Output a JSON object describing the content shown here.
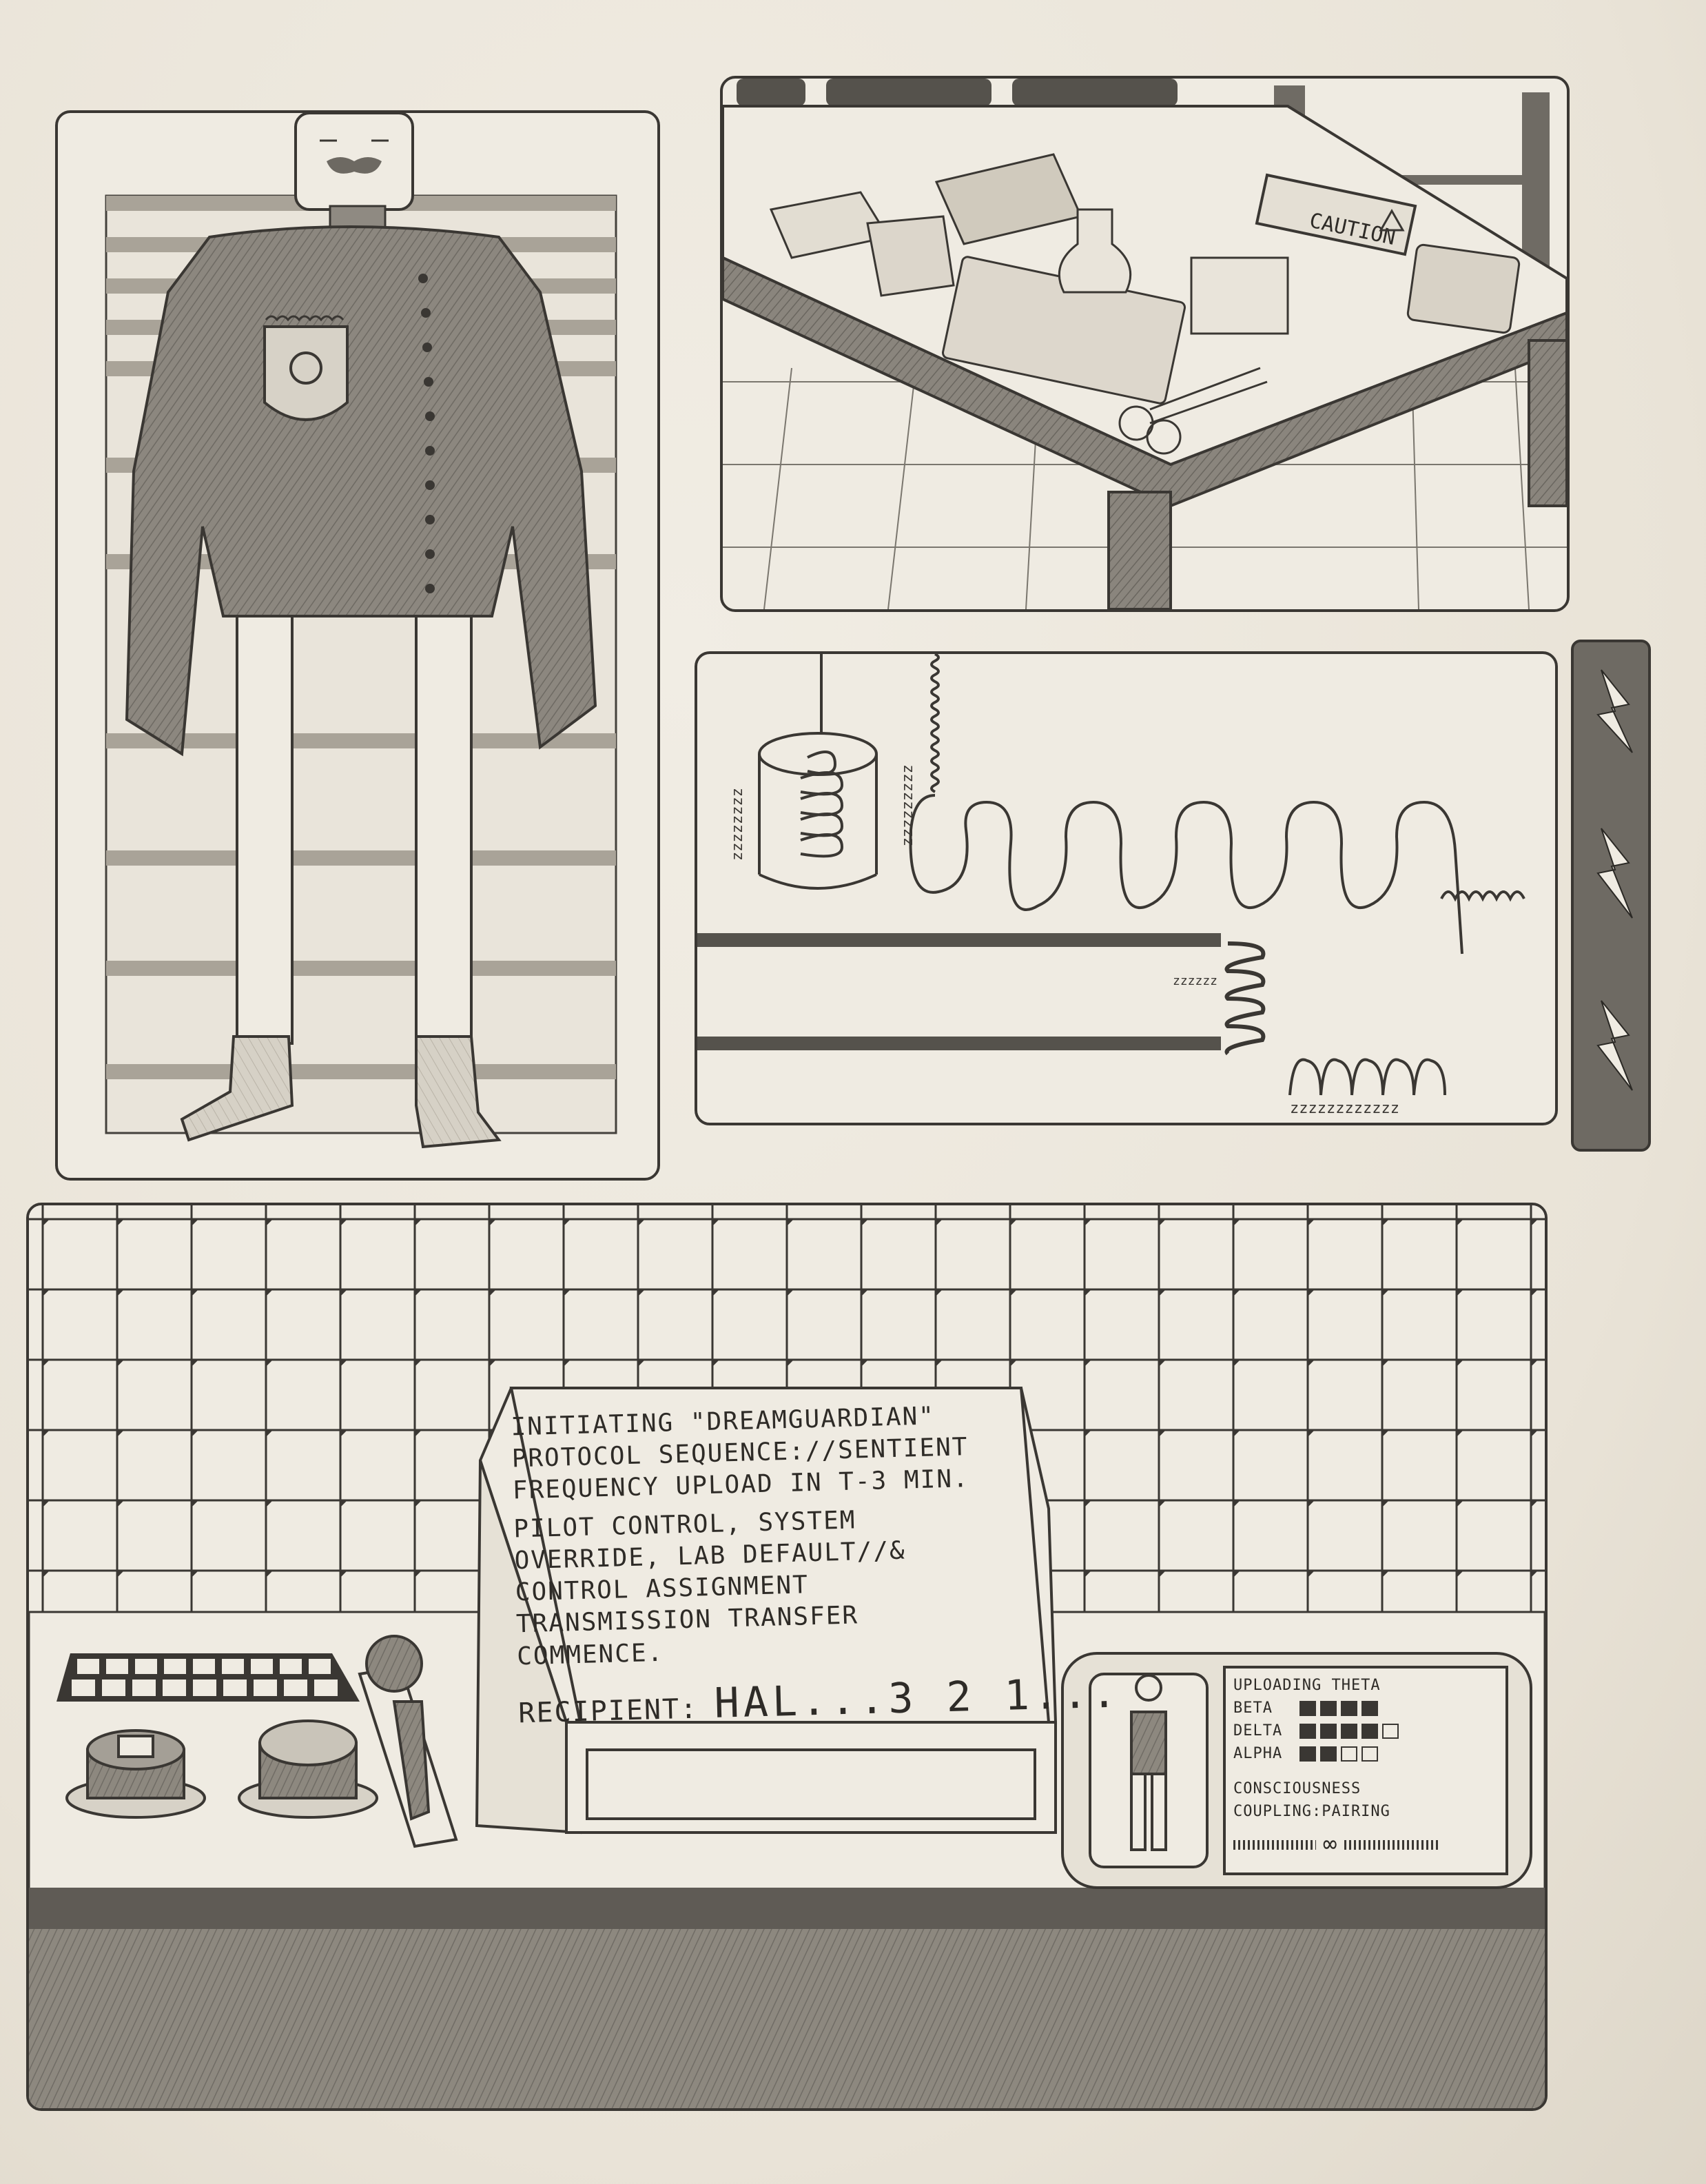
{
  "panel_top_right": {
    "caution_box_label": "CAUTION"
  },
  "terminal": {
    "lines": [
      "INITIATING \"DREAMGUARDIAN\"",
      "PROTOCOL SEQUENCE://SENTIENT",
      "FREQUENCY UPLOAD IN T-3 MIN.",
      "PILOT CONTROL, SYSTEM",
      "OVERRIDE, LAB DEFAULT//&",
      "CONTROL ASSIGNMENT",
      "TRANSMISSION TRANSFER",
      "COMMENCE."
    ],
    "recipient_label": "RECIPIENT:",
    "recipient_value": "HAL...3 2 1..."
  },
  "status_screen": {
    "title": "UPLOADING THETA",
    "rows": [
      {
        "label": "BETA",
        "filled": 4,
        "total": 4
      },
      {
        "label": "DELTA",
        "filled": 4,
        "total": 5
      },
      {
        "label": "ALPHA",
        "filled": 2,
        "total": 4
      }
    ],
    "coupling_line1": "CONSCIOUSNESS",
    "coupling_line2": "COUPLING:PAIRING",
    "infinity_symbol": "∞"
  },
  "sound_effects": {
    "zzz_1": "zzzzzzzz",
    "zzz_2": "zzzzzzzzz",
    "zzz_3": "zzzzzzzzzzzz",
    "zzz_4": "zzzzzz"
  },
  "icons": [
    "lightning-bolt-icon",
    "caution-triangle-icon",
    "shield-badge-icon",
    "infinity-icon"
  ]
}
